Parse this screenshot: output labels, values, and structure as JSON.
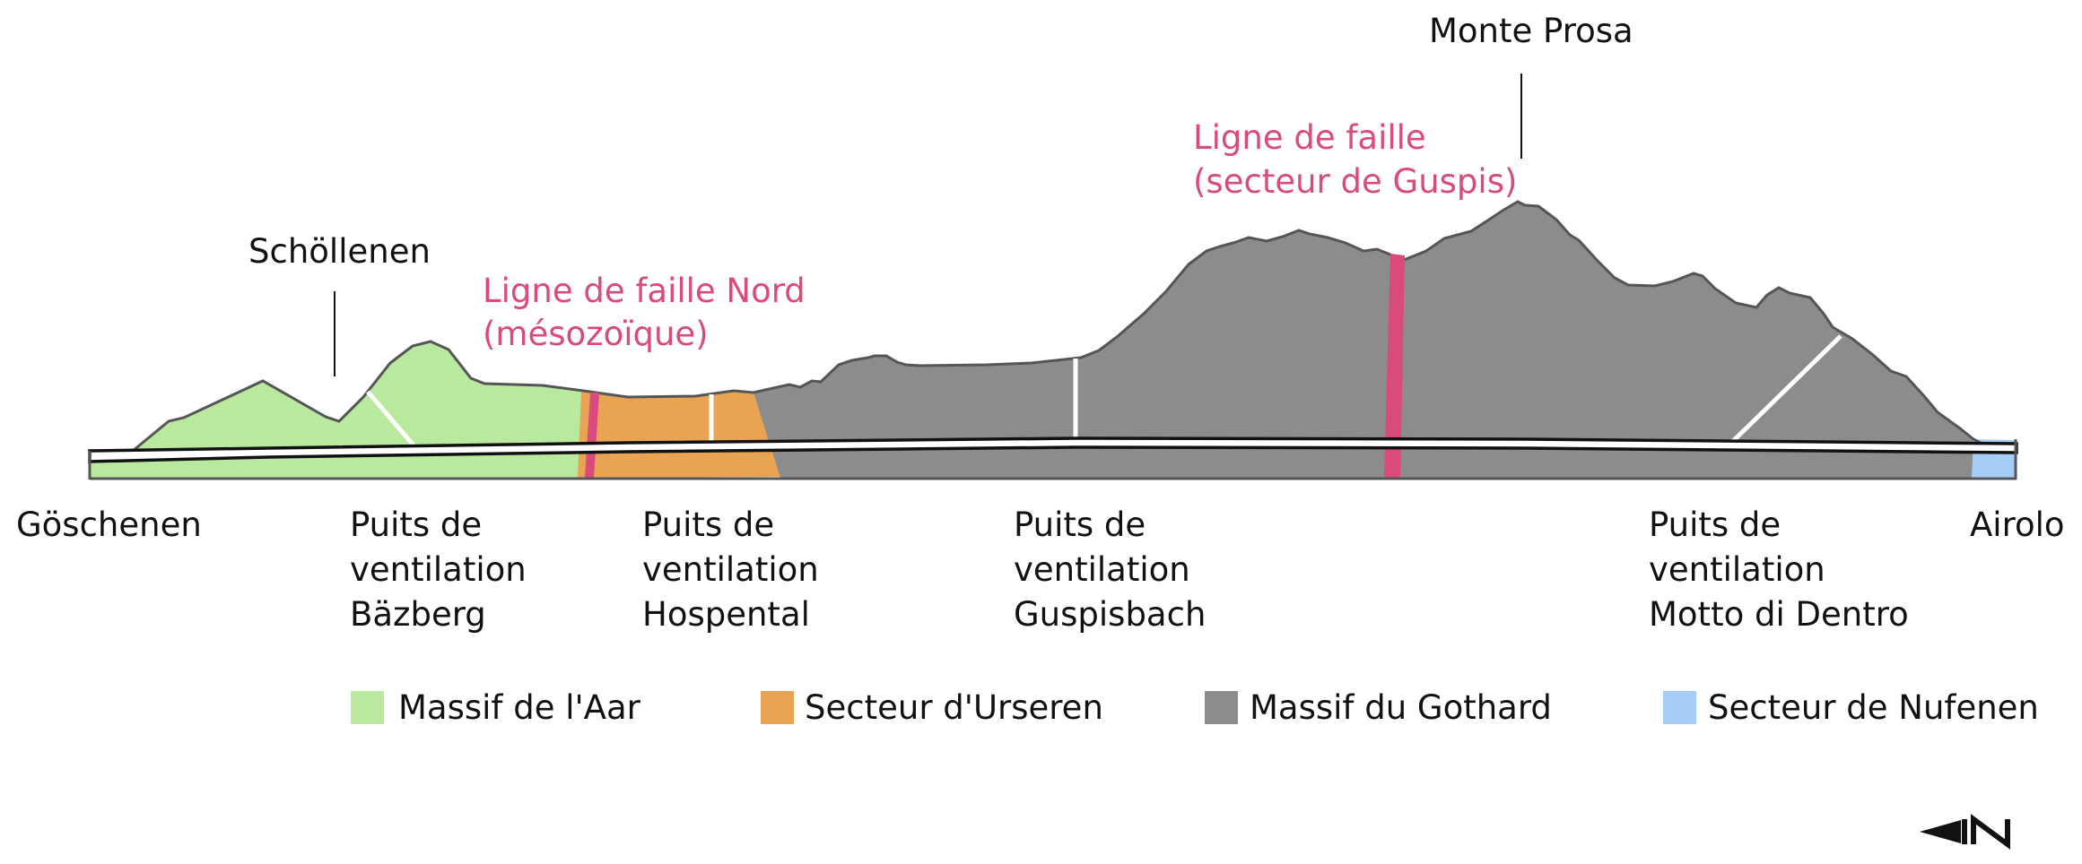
{
  "peaks": {
    "schollenen": "Schöllenen",
    "monte_prosa": "Monte Prosa"
  },
  "faults": {
    "nord": [
      "Ligne de faille Nord",
      "(mésozoïque)"
    ],
    "guspis": [
      "Ligne de faille",
      "(secteur de Guspis)"
    ]
  },
  "stations": {
    "goschenen": "Göschenen",
    "airolo": "Airolo"
  },
  "shafts": {
    "bazberg": [
      "Puits de",
      "ventilation",
      "Bäzberg"
    ],
    "hospental": [
      "Puits de",
      "ventilation",
      "Hospental"
    ],
    "guspisbach": [
      "Puits de",
      "ventilation",
      "Guspisbach"
    ],
    "motto": [
      "Puits de",
      "ventilation",
      "Motto di Dentro"
    ]
  },
  "legend": [
    {
      "label": "Massif de l'Aar",
      "color": "#b9e89f"
    },
    {
      "label": "Secteur d'Urseren",
      "color": "#e8a452"
    },
    {
      "label": "Massif du Gothard",
      "color": "#8c8c8c"
    },
    {
      "label": "Secteur de Nufenen",
      "color": "#a6cdf5"
    }
  ],
  "colors": {
    "aar": "#b9e89f",
    "urseren": "#e8a452",
    "gothard": "#8c8c8c",
    "nufenen": "#a6cdf5",
    "fault": "#d94a7d"
  },
  "north_arrow": {
    "icon": "north-arrow-icon"
  }
}
